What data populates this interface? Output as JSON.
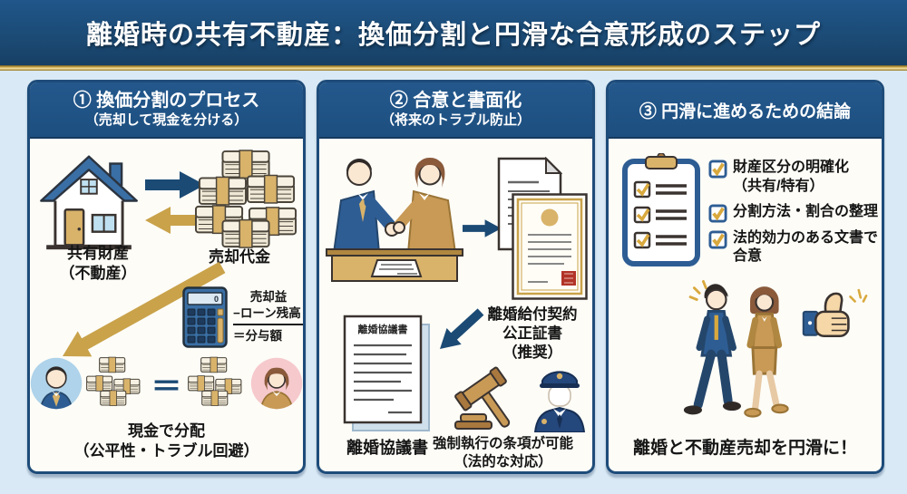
{
  "banner": {
    "title": "離婚時の共有不動産：換価分割と円滑な合意形成のステップ"
  },
  "panels": {
    "p1": {
      "header_line1": "① 換価分割のプロセス",
      "header_line2": "（売却して現金を分ける）",
      "house_label_line1": "共有財産",
      "house_label_line2": "（不動産）",
      "money_label": "売却代金",
      "calc_display": "0",
      "formula_line1": "売却益",
      "formula_line2": "−ローン残高",
      "formula_line3": "＝分与額",
      "equals_sign": "＝",
      "caption_line1": "現金で分配",
      "caption_line2": "（公平性・トラブル回避）"
    },
    "p2": {
      "header_line1": "② 合意と書面化",
      "header_line2": "（将来のトラブル防止）",
      "notary_label_line1": "離婚給付契約",
      "notary_label_line2": "公正証書",
      "notary_label_line3": "（推奨）",
      "agreement_doc_title": "離婚協議書",
      "agreement_label": "離婚協議書",
      "enforcement_line1": "強制執行の条項が可能",
      "enforcement_line2": "（法的な対応）"
    },
    "p3": {
      "header": "③ 円滑に進めるための結論",
      "checklist": [
        {
          "line1": "財産区分の明確化",
          "line2": "（共有/特有）"
        },
        {
          "line1": "分割方法・割合の整理",
          "line2": ""
        },
        {
          "line1": "法的効力のある文書で",
          "line2": "合意"
        }
      ],
      "final_message": "離婚と不動産売却を円滑に！"
    }
  },
  "colors": {
    "navy": "#1b4a74",
    "header_navy": "#1d4f80",
    "gold": "#c9a24a",
    "gold_light": "#d9b36a",
    "page_bg": "#d9e9f5",
    "panel_bg": "#fdfcf7",
    "suit_blue": "#2e5d94",
    "jacket_tan": "#c89a56",
    "stamp_red": "#b23327"
  },
  "icons": {
    "house-icon": "shape:house",
    "money-pile-icon": "shape:banknote-stacks",
    "calculator-icon": "shape:calculator",
    "arrow-right-icon": "shape:block-arrow-right",
    "arrow-left-icon": "shape:block-arrow-left",
    "arrow-diagonal-icon": "shape:diagonal-arrow",
    "husband-avatar": "shape:man-in-circle",
    "wife-avatar": "shape:woman-in-circle",
    "handshake-icon": "shape:two-people-handshake-over-table",
    "document-icon": "shape:document",
    "certificate-icon": "shape:notarized-certificate-with-seal",
    "agreement-document-icon": "shape:titled-document",
    "gavel-icon": "shape:gavel",
    "police-officer-icon": "shape:police-officer",
    "clipboard-icon": "shape:checklist-clipboard",
    "checkbox-icon": "shape:checked-box",
    "walking-couple-icon": "shape:walking-couple",
    "thumbs-up-icon": "shape:thumbs-up"
  }
}
